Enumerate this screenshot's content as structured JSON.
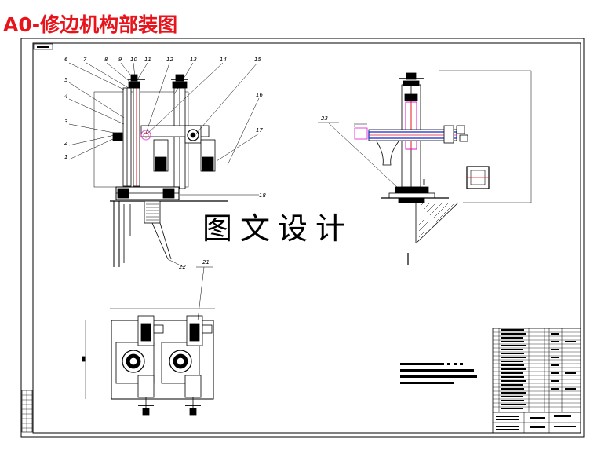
{
  "title": "A0-修边机构部装图",
  "watermark": "图文设计",
  "part_labels": [
    "6",
    "7",
    "8",
    "9",
    "10",
    "11",
    "12",
    "13",
    "14",
    "15",
    "5",
    "4",
    "3",
    "2",
    "1",
    "16",
    "17",
    "18",
    "22",
    "21",
    "23"
  ],
  "colors": {
    "title": "#e8141c",
    "accent_red": "#e8141c",
    "accent_blue": "#1a2fd0",
    "accent_magenta": "#e01ad0",
    "line": "#000000"
  }
}
